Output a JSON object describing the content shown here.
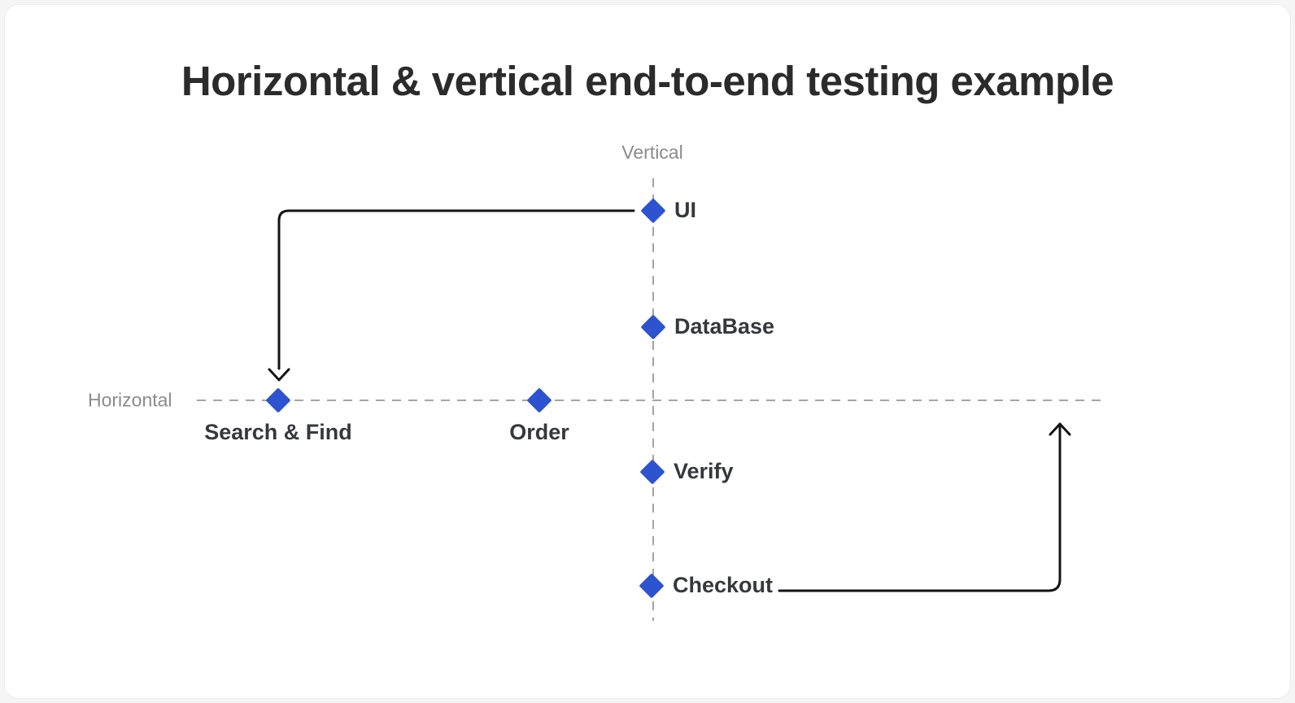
{
  "title": "Horizontal & vertical end-to-end testing example",
  "axes": {
    "vertical": {
      "label": "Vertical"
    },
    "horizontal": {
      "label": "Horizontal"
    }
  },
  "vertical_nodes": [
    {
      "label": "UI"
    },
    {
      "label": "DataBase"
    },
    {
      "label": "Verify"
    },
    {
      "label": "Checkout"
    }
  ],
  "horizontal_nodes": [
    {
      "label": "Search & Find"
    },
    {
      "label": "Order"
    }
  ],
  "arrows": [
    {
      "from": "UI",
      "to": "Search & Find",
      "shape": "left-then-down"
    },
    {
      "from": "Checkout",
      "to": "horizontal-axis",
      "shape": "right-then-up"
    }
  ],
  "colors": {
    "marker": "#2e53d0",
    "arrow": "#141414",
    "dashed_line": "#a4a4a4",
    "title_text": "#2b2b2b",
    "node_label_text": "#35383d",
    "axis_label_text": "#8b8b8b",
    "canvas_background": "#ffffff",
    "page_background": "#f5f5f6",
    "canvas_border": "#ececec"
  }
}
